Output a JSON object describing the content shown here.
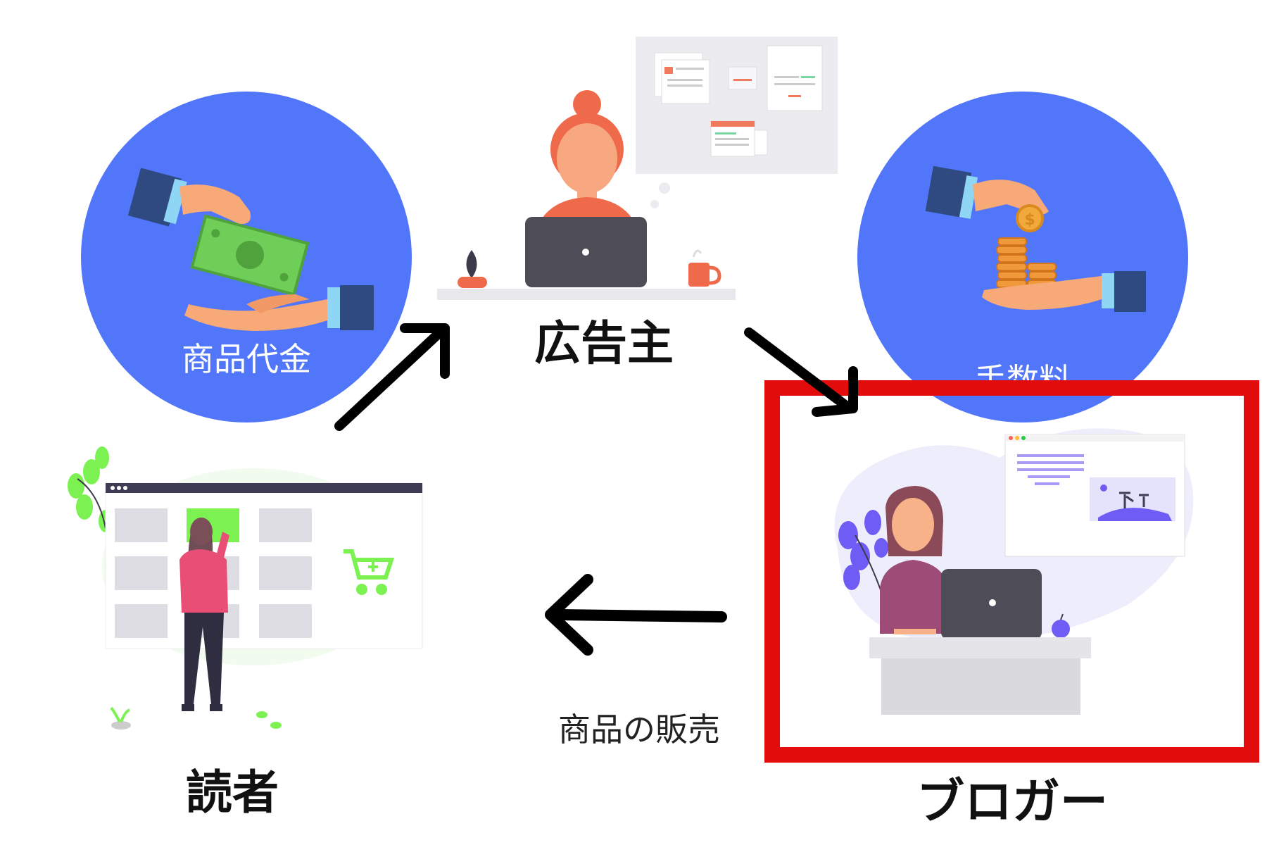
{
  "roles": {
    "advertiser": "広告主",
    "reader": "読者",
    "blogger": "ブロガー"
  },
  "circles": {
    "product_payment": "商品代金",
    "commission": "手数料"
  },
  "flows": {
    "product_sale": "商品の販売"
  },
  "colors": {
    "circle_blue": "#5176fa",
    "highlight_red": "#e30c0c",
    "arrow_black": "#000000",
    "accent_green": "#7cf252",
    "accent_pink": "#e94e77",
    "accent_orange": "#ef7b5c",
    "laptop_dark": "#4e4d57",
    "accent_purple": "#6e5cf5"
  },
  "icons": [
    "money-handover-icon",
    "coin-handover-icon",
    "dollar-coin-icon",
    "shopping-cart-icon",
    "laptop-icon",
    "coffee-mug-icon",
    "plant-icon",
    "apple-icon"
  ]
}
